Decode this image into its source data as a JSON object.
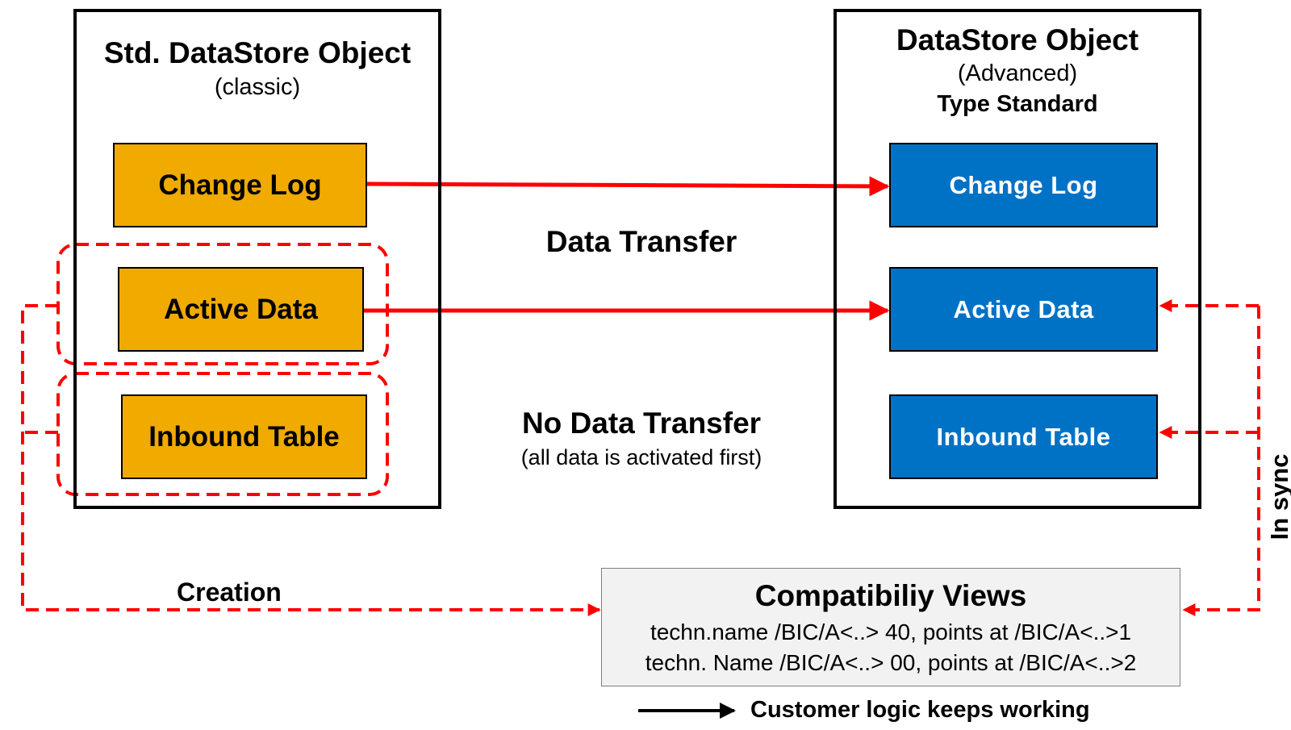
{
  "left_object": {
    "title": "Std. DataStore Object",
    "subtitle": "(classic)",
    "tables": {
      "change_log": "Change Log",
      "active_data": "Active Data",
      "inbound_table": "Inbound Table"
    }
  },
  "right_object": {
    "title": "DataStore Object",
    "subtitle": "(Advanced)",
    "type_line": "Type Standard",
    "tables": {
      "change_log": "Change Log",
      "active_data": "Active Data",
      "inbound_table": "Inbound Table"
    }
  },
  "middle": {
    "data_transfer": "Data Transfer",
    "no_data_transfer": "No Data Transfer",
    "no_data_transfer_note": "(all data is activated first)"
  },
  "creation_label": "Creation",
  "in_sync_label": "In sync",
  "compat_views": {
    "title": "Compatibiliy Views",
    "line1": "techn.name /BIC/A<..> 40, points at /BIC/A<..>1",
    "line2": "techn. Name /BIC/A<..> 00, points at /BIC/A<..>2"
  },
  "legend": {
    "text": "Customer logic keeps working"
  },
  "colors": {
    "classic_table": "#f0aa00",
    "advanced_table": "#0072c6",
    "transfer_arrow": "#ff0000",
    "dashed_lines": "#ff0000",
    "compat_box": "#f2f2f2"
  }
}
